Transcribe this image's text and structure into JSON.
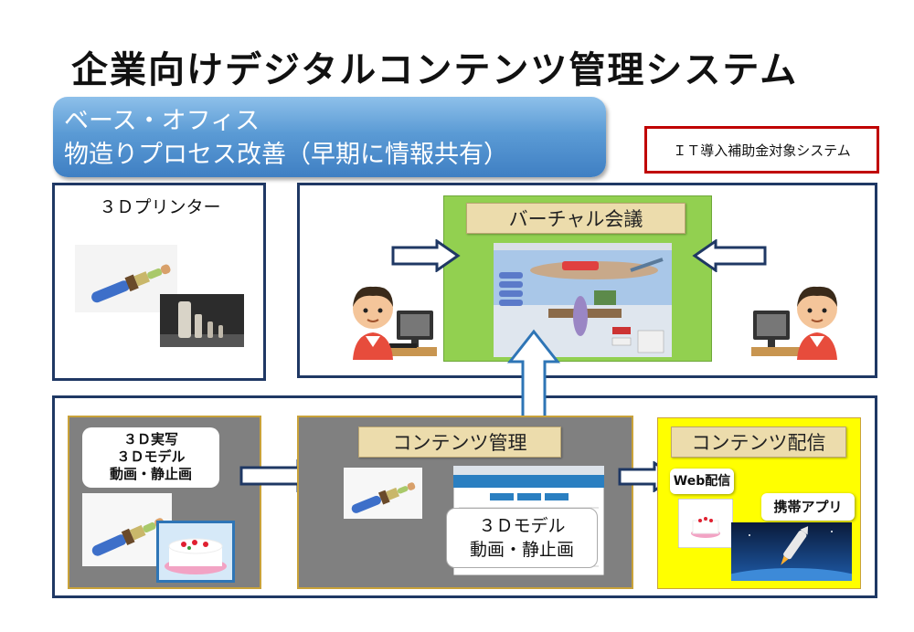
{
  "title": "企業向けデジタルコンテンツ管理システム",
  "banner": {
    "line1": "ベース・オフィス",
    "line2": "物造りプロセス改善（早期に情報共有）"
  },
  "subsidy_label": "ＩＴ導入補助金対象システム",
  "printer_label": "３Ｄプリンター",
  "vr_meeting_label": "バーチャル会議",
  "capture_types": [
    "３Ｄ実写",
    "３Ｄモデル",
    "動画・静止画"
  ],
  "content_mgmt": {
    "label": "コンテンツ管理",
    "content_types": [
      "３Ｄモデル",
      "動画・静止画"
    ]
  },
  "distribution": {
    "label": "コンテンツ配信",
    "web": "Web配信",
    "mobile": "携帯アプリ"
  },
  "colors": {
    "panel_border": "#1f3864",
    "banner_blue": "#5b9bd5",
    "subsidy_border": "#c00000",
    "meeting_green": "#92d050",
    "delivery_yellow": "#ffff00",
    "label_tan": "#ecdcac"
  }
}
